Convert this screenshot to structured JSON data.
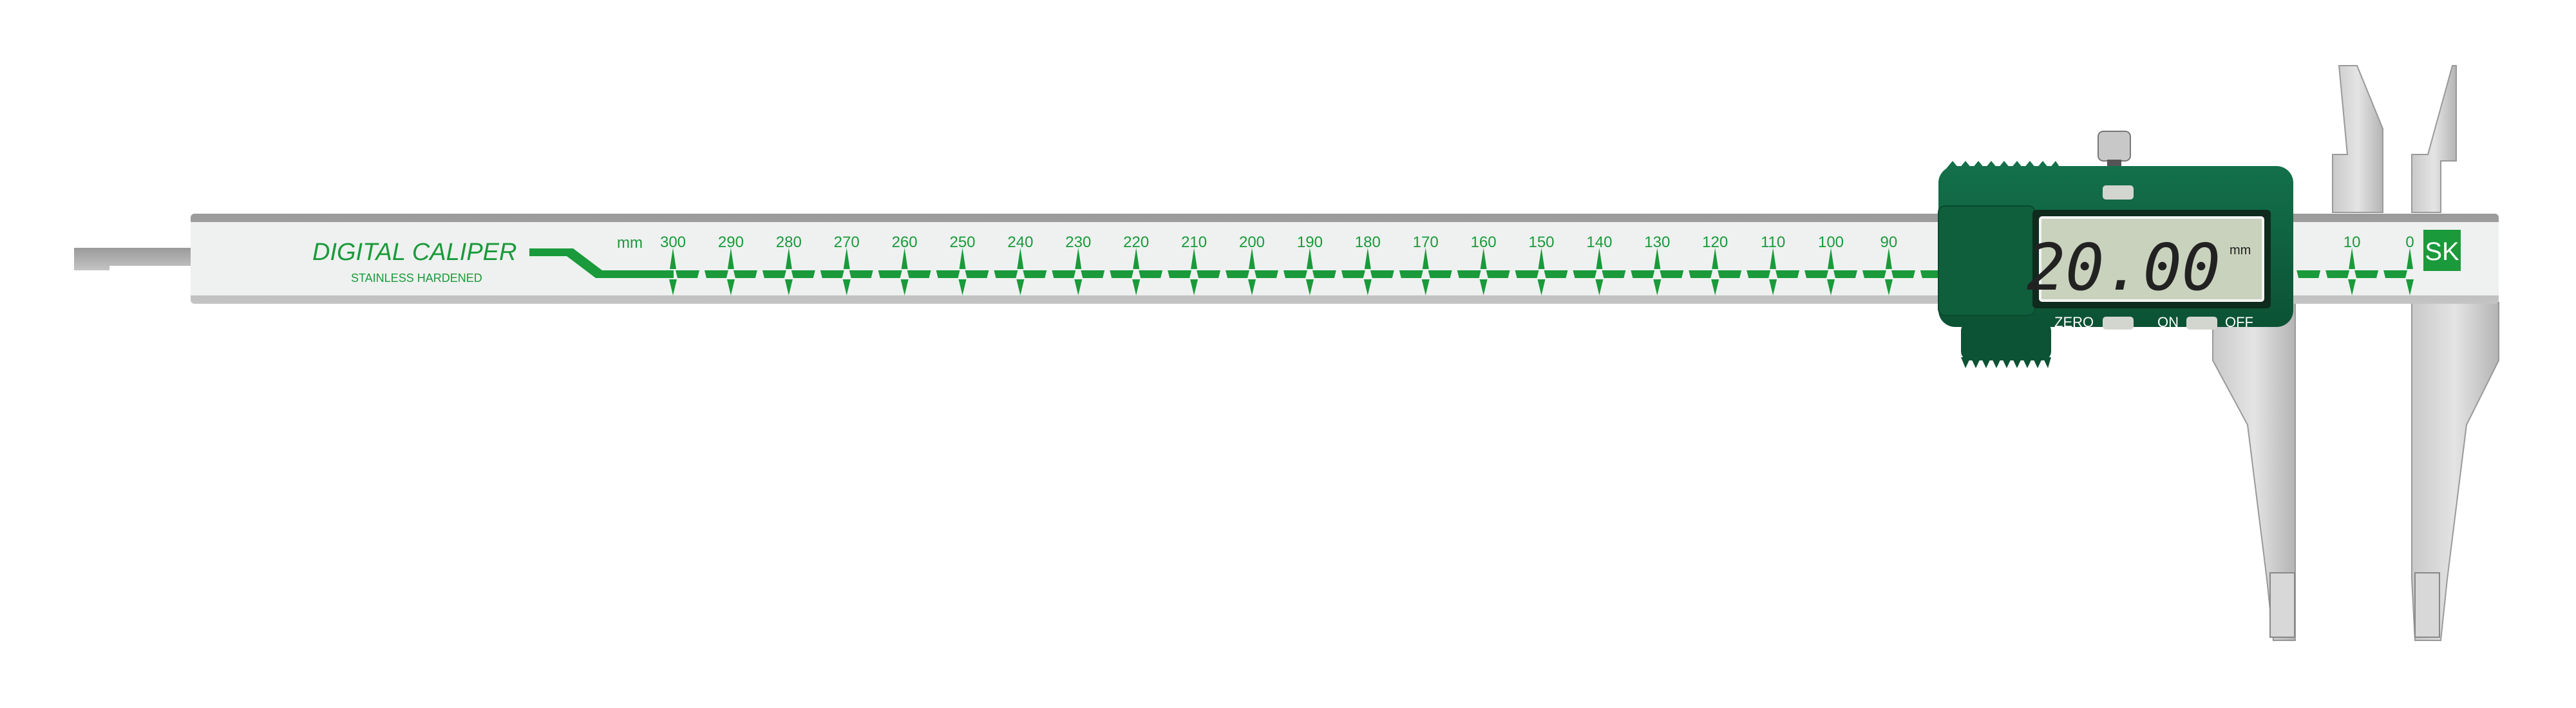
{
  "product": {
    "title": "DIGITAL CALIPER",
    "subtitle": "STAINLESS HARDENED",
    "brand_logo": "SK"
  },
  "scale": {
    "unit": "mm",
    "visible_labels": [
      300,
      290,
      280,
      270,
      260,
      250,
      240,
      230,
      220,
      210,
      200,
      190,
      180,
      170,
      160,
      150,
      140,
      130,
      120,
      110,
      100,
      90,
      10,
      0
    ],
    "max": 300
  },
  "display": {
    "reading": "20.00",
    "unit": "mm"
  },
  "buttons": {
    "zero": "ZERO",
    "on": "ON",
    "off": "OFF"
  },
  "colors": {
    "scale_green": "#1a9a3a",
    "housing_green": "#0f5a3a",
    "lcd": "#c9d2bd",
    "steel": "#a9a9a9"
  }
}
